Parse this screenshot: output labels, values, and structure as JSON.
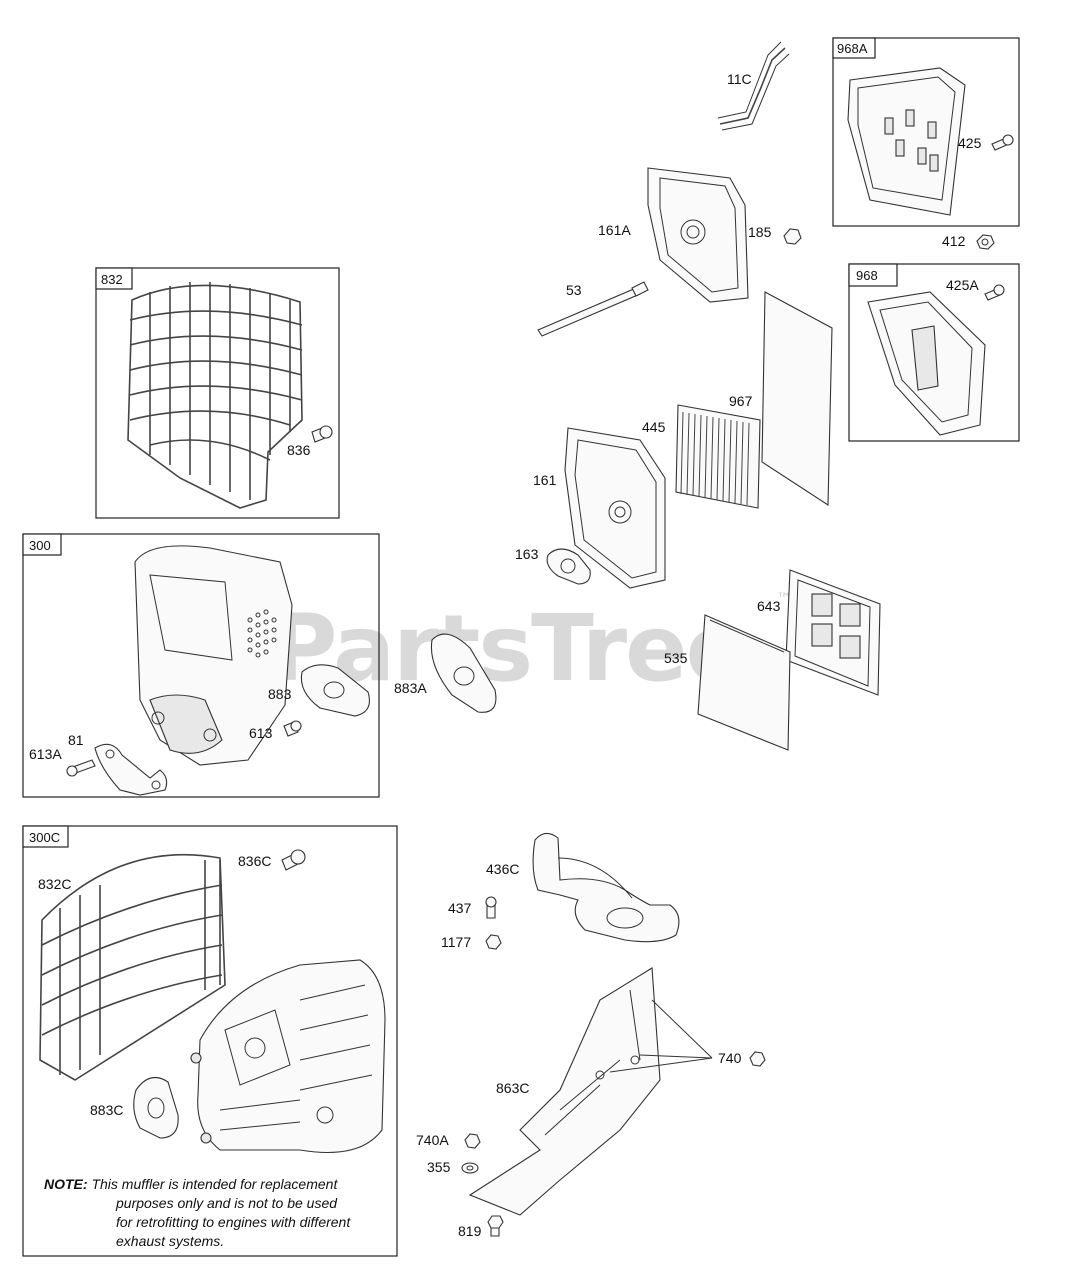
{
  "watermark": {
    "text": "PartsTree",
    "mark": "™"
  },
  "groups": {
    "g968A": "968A",
    "g968": "968",
    "g832": "832",
    "g300": "300",
    "g300C": "300C"
  },
  "labels": {
    "p11C": "11C",
    "p425": "425",
    "p412": "412",
    "p161A": "161A",
    "p185": "185",
    "p53": "53",
    "p425A": "425A",
    "p967": "967",
    "p445": "445",
    "p161": "161",
    "p163": "163",
    "p643": "643",
    "p535": "535",
    "p836": "836",
    "p883": "883",
    "p613": "613",
    "p81": "81",
    "p613A": "613A",
    "p883A": "883A",
    "p836C": "836C",
    "p832C": "832C",
    "p883C": "883C",
    "p436C": "436C",
    "p437": "437",
    "p1177": "1177",
    "p740": "740",
    "p863C": "863C",
    "p740A": "740A",
    "p355": "355",
    "p819": "819"
  },
  "note": {
    "prefix": "NOTE:",
    "line1": "This muffler is intended for replacement",
    "line2": "purposes only and is not to be used",
    "line3": "for retrofitting to engines with different",
    "line4": "exhaust systems."
  }
}
